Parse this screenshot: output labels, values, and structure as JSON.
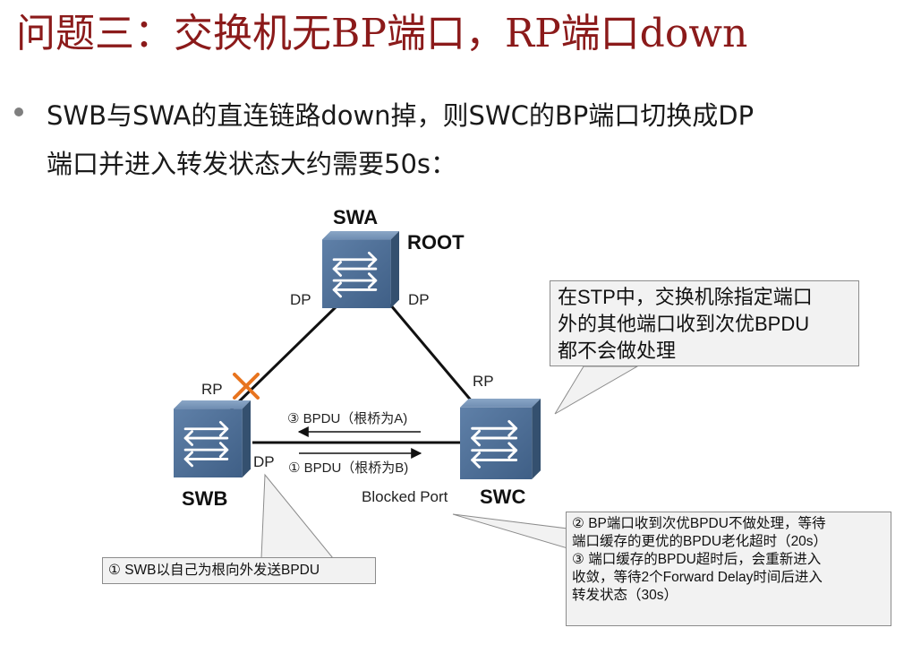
{
  "title": "问题三：交换机无BP端口，RP端口down",
  "bullet": {
    "line1": "SWB与SWA的直连链路down掉，则SWC的BP端口切换成DP",
    "line2": "端口并进入转发状态大约需要50s："
  },
  "diagram": {
    "switch_a": {
      "name": "SWA",
      "role": "ROOT",
      "port_left": "DP",
      "port_right": "DP"
    },
    "switch_b": {
      "name": "SWB",
      "port_up": "RP",
      "port_right": "DP"
    },
    "switch_c": {
      "name": "SWC",
      "port_up": "RP",
      "port_blocked": "Blocked Port"
    },
    "bpdu_upper": "③ BPDU（根桥为A)",
    "bpdu_lower": "① BPDU（根桥为B)",
    "link_fault_icon": "x-mark-icon",
    "colors": {
      "link": "#111111",
      "arrow": "#111111",
      "fault": "#e8741e",
      "switch": "#4f6f96"
    }
  },
  "callouts": {
    "stp": {
      "line1": "在STP中，交换机除指定端口",
      "line2": "外的其他端口收到次优BPDU",
      "line3": "都不会做处理"
    },
    "swb": "① SWB以自己为根向外发送BPDU",
    "swc": {
      "line1": "②  BP端口收到次优BPDU不做处理，等待",
      "line2": "端口缓存的更优的BPDU老化超时（20s）",
      "line3": "③ 端口缓存的BPDU超时后，会重新进入",
      "line4": "收敛，等待2个Forward Delay时间后进入",
      "line5": "转发状态（30s）"
    }
  }
}
